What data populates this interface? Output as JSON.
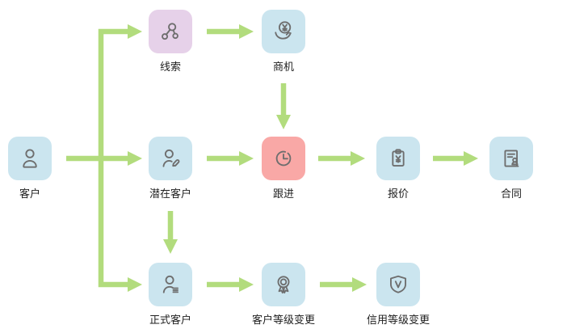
{
  "diagram": {
    "type": "flowchart",
    "nodes": [
      {
        "id": "customer",
        "label": "客户",
        "icon": "user-icon",
        "color": "blue"
      },
      {
        "id": "lead",
        "label": "线索",
        "icon": "network-icon",
        "color": "purple"
      },
      {
        "id": "opportunity",
        "label": "商机",
        "icon": "coin-hand-icon",
        "color": "blue"
      },
      {
        "id": "potential-customer",
        "label": "潜在客户",
        "icon": "user-edit-icon",
        "color": "blue"
      },
      {
        "id": "follow-up",
        "label": "跟进",
        "icon": "clock-icon",
        "color": "red"
      },
      {
        "id": "quotation",
        "label": "报价",
        "icon": "clipboard-yen-icon",
        "color": "blue"
      },
      {
        "id": "contract",
        "label": "合同",
        "icon": "document-stamp-icon",
        "color": "blue"
      },
      {
        "id": "formal-customer",
        "label": "正式客户",
        "icon": "user-list-icon",
        "color": "blue"
      },
      {
        "id": "customer-level-change",
        "label": "客户等级变更",
        "icon": "medal-icon",
        "color": "blue"
      },
      {
        "id": "credit-level-change",
        "label": "信用等级变更",
        "icon": "shield-v-icon",
        "color": "blue"
      }
    ],
    "edges": [
      {
        "from": "customer",
        "to": "lead"
      },
      {
        "from": "customer",
        "to": "potential-customer"
      },
      {
        "from": "customer",
        "to": "formal-customer"
      },
      {
        "from": "lead",
        "to": "opportunity"
      },
      {
        "from": "opportunity",
        "to": "follow-up"
      },
      {
        "from": "potential-customer",
        "to": "follow-up"
      },
      {
        "from": "follow-up",
        "to": "quotation"
      },
      {
        "from": "quotation",
        "to": "contract"
      },
      {
        "from": "potential-customer",
        "to": "formal-customer"
      },
      {
        "from": "formal-customer",
        "to": "customer-level-change"
      },
      {
        "from": "customer-level-change",
        "to": "credit-level-change"
      }
    ],
    "colors": {
      "node_blue": "#cbe5ef",
      "node_purple": "#e6d1e9",
      "node_red": "#f9a8a6",
      "arrow_green": "#b2dc7d",
      "icon_stroke": "#6e6e6e",
      "label_text": "#1f1f1f",
      "background": "#ffffff"
    }
  }
}
